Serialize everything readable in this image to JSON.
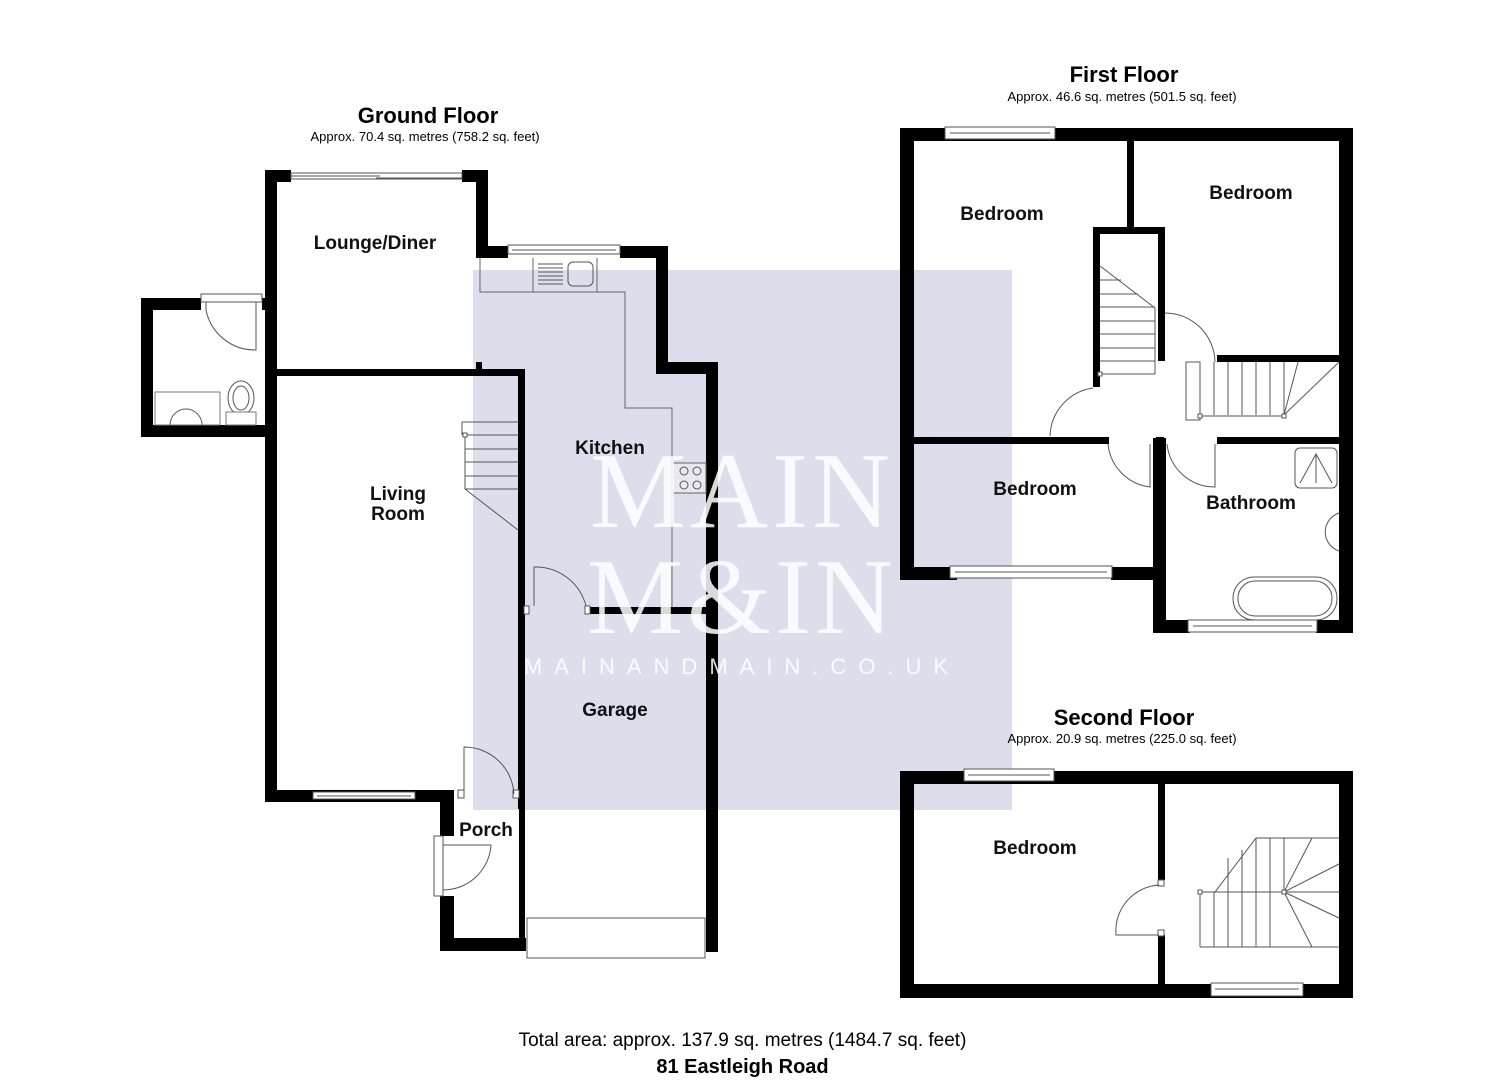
{
  "floors": {
    "ground": {
      "title": "Ground Floor",
      "area": "Approx. 70.4 sq. metres (758.2 sq. feet)",
      "rooms": {
        "lounge_diner": "Lounge/Diner",
        "living_room_line1": "Living",
        "living_room_line2": "Room",
        "kitchen": "Kitchen",
        "garage": "Garage",
        "porch": "Porch"
      }
    },
    "first": {
      "title": "First Floor",
      "area": "Approx. 46.6 sq. metres (501.5 sq. feet)",
      "rooms": {
        "bedroom_1": "Bedroom",
        "bedroom_2": "Bedroom",
        "bedroom_3": "Bedroom",
        "bathroom": "Bathroom"
      }
    },
    "second": {
      "title": "Second Floor",
      "area": "Approx. 20.9 sq. metres (225.0 sq. feet)",
      "rooms": {
        "bedroom": "Bedroom"
      }
    }
  },
  "watermark": {
    "line1": "MAIN",
    "line2": "M&IN",
    "url": "MAINANDMAIN.CO.UK",
    "box_color": "#dcdfeb",
    "text_color": "#ffffff"
  },
  "footer": {
    "total_area": "Total area: approx. 137.9 sq. metres (1484.7 sq. feet)",
    "address": "81 Eastleigh Road"
  },
  "colors": {
    "wall": "#000000",
    "fixture_line": "#555555",
    "background": "#ffffff"
  }
}
